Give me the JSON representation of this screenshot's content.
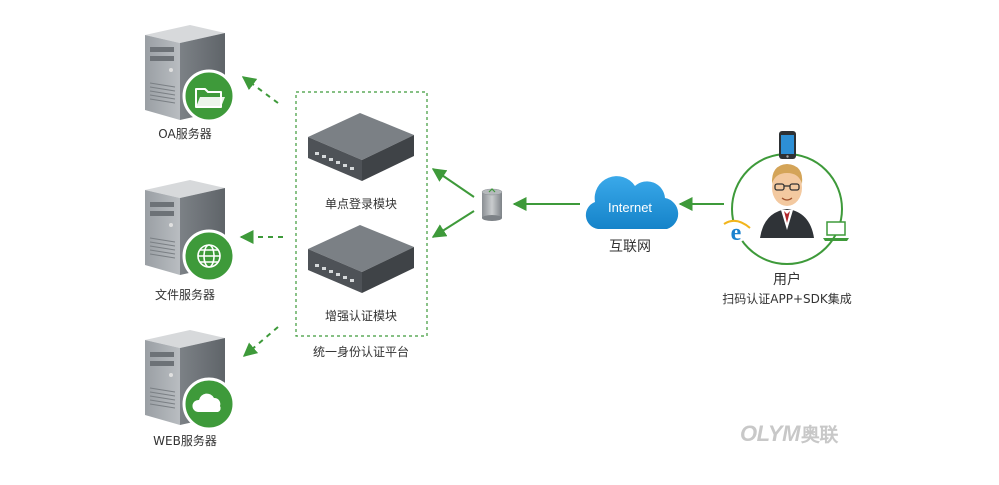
{
  "servers": [
    {
      "label": "OA服务器",
      "icon": "folder-icon"
    },
    {
      "label": "文件服务器",
      "icon": "globe-icon"
    },
    {
      "label": "WEB服务器",
      "icon": "cloud-icon"
    }
  ],
  "platform": {
    "label": "统一身份认证平台",
    "modules": [
      {
        "label": "单点登录模块"
      },
      {
        "label": "增强认证模块"
      }
    ]
  },
  "internet": {
    "cloud_text": "Internet",
    "label": "互联网"
  },
  "user": {
    "label": "用户",
    "sublabel": "扫码认证APP+SDK集成",
    "devices": [
      "phone-icon",
      "ie-browser-icon",
      "laptop-icon"
    ]
  },
  "brand": {
    "logo_text": "OLYM",
    "logo_cn": "奥联"
  },
  "colors": {
    "accent_green": "#3e9a3a",
    "cloud_blue": "#1b90d8",
    "box_gray": "#5a5e63"
  }
}
